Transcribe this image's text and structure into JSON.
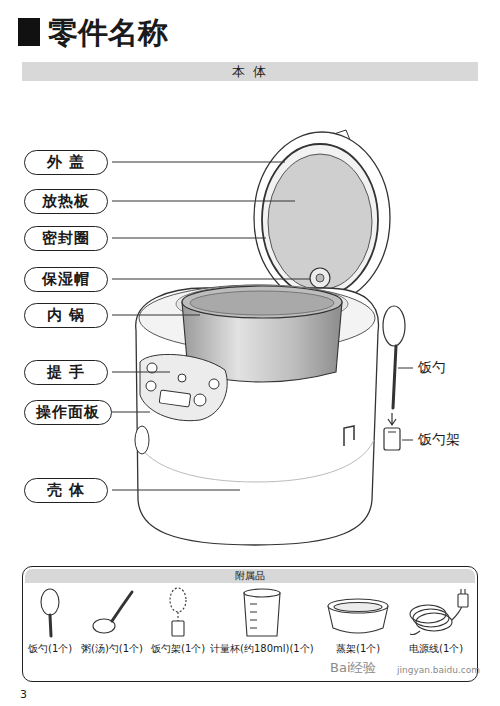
{
  "diagram": {
    "title": "零件名称",
    "nodes": [
      {
        "text": [
          "本 体"
        ]
      },
      {
        "text": [
          "外 盖"
        ]
      },
      {
        "text": [
          "放热板"
        ]
      },
      {
        "text": [
          "密封圈"
        ]
      },
      {
        "text": [
          "保湿帽"
        ]
      },
      {
        "text": [
          "内 锅"
        ]
      },
      {
        "text": [
          "提 手"
        ]
      },
      {
        "text": [
          "操作面板"
        ]
      },
      {
        "text": [
          "壳 体"
        ]
      },
      {
        "text": [
          "附属品"
        ]
      }
    ],
    "labels": [
      "饭勺",
      "饭勺架",
      "饭勺(1个)",
      "粥(汤)勺(1个)",
      "饭勺架(1个)",
      "计量杯(约180ml)(1个)",
      "蒸架(1个)",
      "电源线(1个)",
      "3",
      "Bai经验",
      "jingyan.baidu.com"
    ]
  }
}
